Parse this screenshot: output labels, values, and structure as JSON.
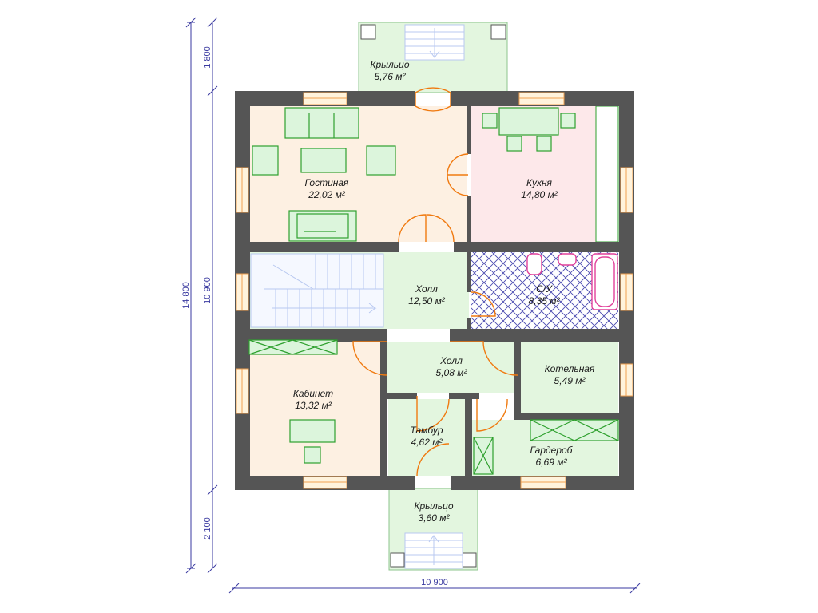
{
  "colors": {
    "wall": "#555555",
    "living": "#fdf0e2",
    "kitchen": "#fde8ea",
    "hall": "#e3f6df",
    "bathroom_tile": "#4a4ab0",
    "window": "#f0a050",
    "door": "#f07a10",
    "furniture": "#2ea02e",
    "stairs": "#b8c8f0",
    "plumbing": "#e0409a",
    "dimension": "#3a3aa0"
  },
  "rooms": [
    {
      "id": "porch_top",
      "name": "Крыльцо",
      "area": "5,76 м²"
    },
    {
      "id": "living",
      "name": "Гостиная",
      "area": "22,02 м²"
    },
    {
      "id": "kitchen",
      "name": "Кухня",
      "area": "14,80 м²"
    },
    {
      "id": "hall_1",
      "name": "Холл",
      "area": "12,50 м²"
    },
    {
      "id": "bathroom",
      "name": "С/У",
      "area": "8,35 м²"
    },
    {
      "id": "hall_2",
      "name": "Холл",
      "area": "5,08 м²"
    },
    {
      "id": "boiler",
      "name": "Котельная",
      "area": "5,49 м²"
    },
    {
      "id": "office",
      "name": "Кабинет",
      "area": "13,32 м²"
    },
    {
      "id": "vestibule",
      "name": "Тамбур",
      "area": "4,62 м²"
    },
    {
      "id": "wardrobe",
      "name": "Гардероб",
      "area": "6,69 м²"
    },
    {
      "id": "porch_bottom",
      "name": "Крыльцо",
      "area": "3,60 м²"
    }
  ],
  "dimensions": {
    "total_height": "14 800",
    "top_porch": "1 800",
    "house_height": "10 900",
    "bottom_porch": "2 100",
    "house_width": "10 900"
  }
}
